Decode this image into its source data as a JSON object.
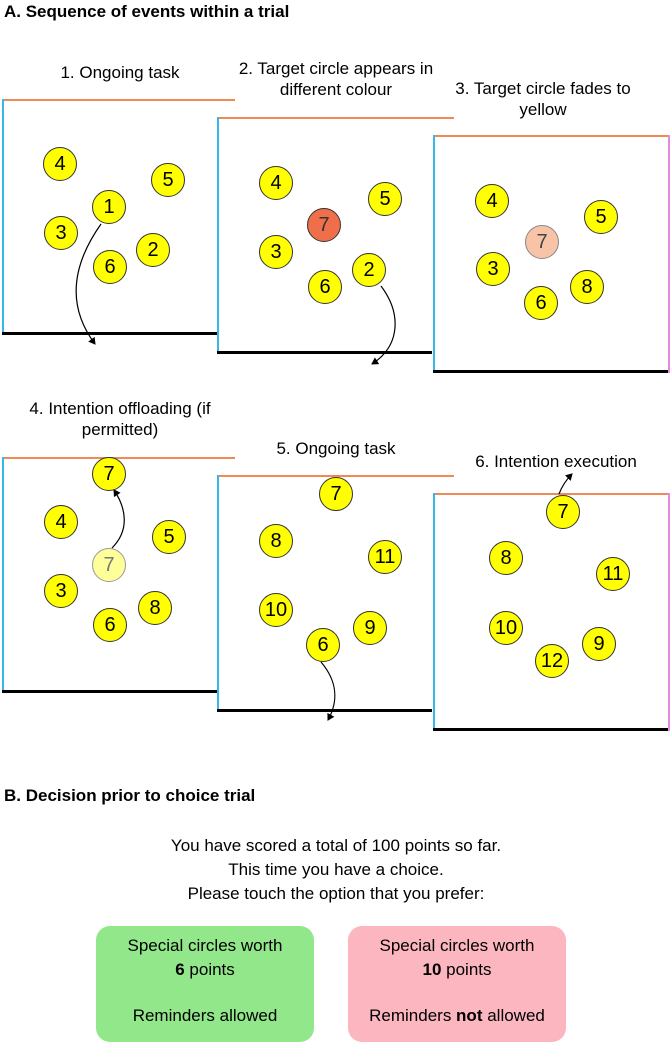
{
  "sectionA": {
    "title": "A. Sequence of events within a trial"
  },
  "steps": [
    {
      "label": "1. Ongoing task",
      "circles": [
        {
          "text": "4",
          "style": "yellow"
        },
        {
          "text": "5",
          "style": "yellow"
        },
        {
          "text": "1",
          "style": "yellow"
        },
        {
          "text": "3",
          "style": "yellow"
        },
        {
          "text": "2",
          "style": "yellow"
        },
        {
          "text": "6",
          "style": "yellow"
        }
      ]
    },
    {
      "label": "2. Target circle appears in different colour",
      "circles": [
        {
          "text": "4",
          "style": "yellow"
        },
        {
          "text": "5",
          "style": "yellow"
        },
        {
          "text": "7",
          "style": "red"
        },
        {
          "text": "3",
          "style": "yellow"
        },
        {
          "text": "2",
          "style": "yellow"
        },
        {
          "text": "6",
          "style": "yellow"
        }
      ]
    },
    {
      "label": "3. Target circle fades to yellow",
      "circles": [
        {
          "text": "4",
          "style": "yellow"
        },
        {
          "text": "5",
          "style": "yellow"
        },
        {
          "text": "7",
          "style": "peach"
        },
        {
          "text": "3",
          "style": "yellow"
        },
        {
          "text": "8",
          "style": "yellow"
        },
        {
          "text": "6",
          "style": "yellow"
        }
      ]
    },
    {
      "label": "4. Intention offloading (if permitted)",
      "circles": [
        {
          "text": "7",
          "style": "yellow"
        },
        {
          "text": "4",
          "style": "yellow"
        },
        {
          "text": "5",
          "style": "yellow"
        },
        {
          "text": "7",
          "style": "faded"
        },
        {
          "text": "3",
          "style": "yellow"
        },
        {
          "text": "8",
          "style": "yellow"
        },
        {
          "text": "6",
          "style": "yellow"
        }
      ]
    },
    {
      "label": "5. Ongoing task",
      "circles": [
        {
          "text": "7",
          "style": "yellow"
        },
        {
          "text": "8",
          "style": "yellow"
        },
        {
          "text": "11",
          "style": "yellow"
        },
        {
          "text": "10",
          "style": "yellow"
        },
        {
          "text": "9",
          "style": "yellow"
        },
        {
          "text": "6",
          "style": "yellow"
        }
      ]
    },
    {
      "label": "6. Intention execution",
      "circles": [
        {
          "text": "7",
          "style": "yellow"
        },
        {
          "text": "8",
          "style": "yellow"
        },
        {
          "text": "11",
          "style": "yellow"
        },
        {
          "text": "10",
          "style": "yellow"
        },
        {
          "text": "9",
          "style": "yellow"
        },
        {
          "text": "12",
          "style": "yellow"
        }
      ]
    }
  ],
  "sectionB": {
    "title": "B. Decision prior to choice trial",
    "prompt": [
      "You have scored a total of 100 points so far.",
      "This time you have a choice.",
      "Please touch the option that you prefer:"
    ],
    "options": [
      {
        "line1": "Special circles worth",
        "points": "6",
        "points_suffix": " points",
        "reminder_prefix": "Reminders ",
        "reminder_bold": "",
        "reminder_suffix": "allowed",
        "color": "#92e78a"
      },
      {
        "line1": "Special circles worth",
        "points": "10",
        "points_suffix": " points",
        "reminder_prefix": "Reminders ",
        "reminder_bold": "not",
        "reminder_suffix": " allowed",
        "color": "#fbb6c0"
      }
    ]
  },
  "colors": {
    "circle_yellow": "#ffff00",
    "target_red": "#ef6f4b",
    "target_fading": "#f8c4a8",
    "border_top": "#ee8a55",
    "border_left": "#35b8e8",
    "border_right": "#e48be0"
  }
}
